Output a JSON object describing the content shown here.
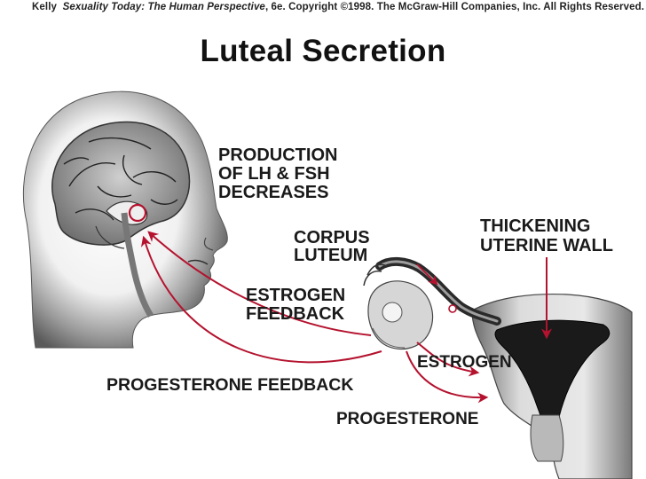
{
  "credit": {
    "author": "Kelly",
    "book": "Sexuality Today: The Human Perspective",
    "rest": ", 6e. Copyright ©1998. The McGraw-Hill Companies, Inc. All Rights Reserved."
  },
  "title": "Luteal Secretion",
  "labels": {
    "lh_fsh": [
      "PRODUCTION",
      "OF LH & FSH",
      "DECREASES"
    ],
    "corpus_luteum": [
      "CORPUS",
      "LUTEUM"
    ],
    "uterine": [
      "THICKENING",
      "UTERINE WALL"
    ],
    "estrogen_feedback": [
      "ESTROGEN",
      "FEEDBACK"
    ],
    "estrogen": "ESTROGEN",
    "progesterone_feedback": "PROGESTERONE FEEDBACK",
    "progesterone": "PROGESTERONE"
  },
  "colors": {
    "arrow": "#b4122e",
    "ink": "#1a1a1a"
  },
  "icons": {
    "pituitary_marker": "circle-marker",
    "arrows": "arrowhead"
  }
}
